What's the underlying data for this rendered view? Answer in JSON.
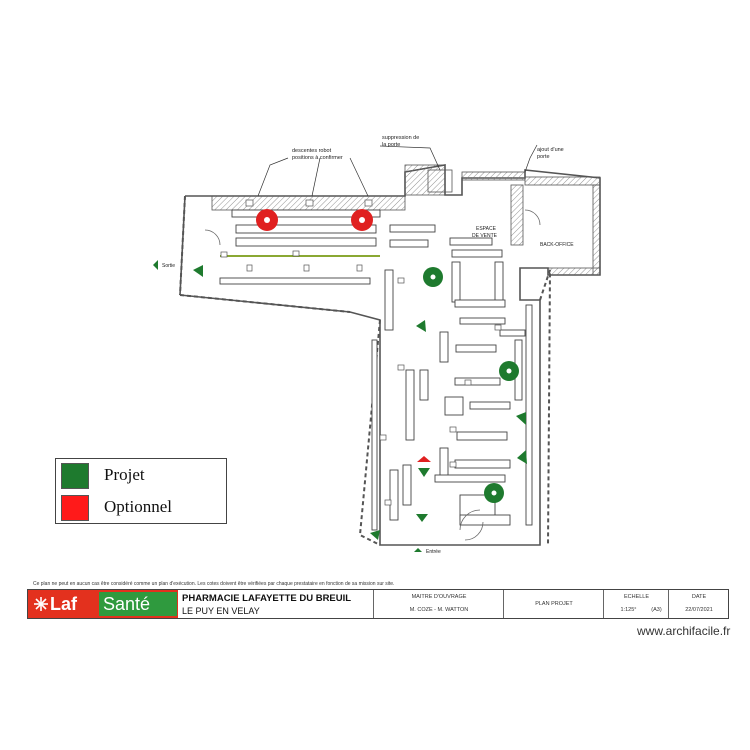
{
  "plan": {
    "annotations": {
      "robot": [
        "descentes robot",
        "positions à confirmer"
      ],
      "porte": [
        "suppression de",
        "la porte"
      ],
      "ajout": [
        "ajout d'une",
        "porte"
      ],
      "espace": [
        "ESPACE",
        "DE VENTE"
      ],
      "back": "BACK-OFFICE",
      "sortie": "Sortie",
      "entree": "Entrée"
    },
    "colors": {
      "projet": "#1e7a2e",
      "optionnel": "#e02020",
      "wall": "#666666",
      "line": "#8aa832"
    }
  },
  "legend": [
    {
      "label": "Projet",
      "color": "#1e7a2e"
    },
    {
      "label": "Optionnel",
      "color": "#ff1a1a"
    }
  ],
  "disclaimer": "Ce plan ne peut en aucun cas être considéré comme un plan d'exécution. Les cotes doivent être vérifiées par chaque prestataire en fonction de sa mission sur site.",
  "cartouche": {
    "logo_left": "Laf",
    "logo_right": "Santé",
    "project_title": "PHARMACIE LAFAYETTE DU BREUIL",
    "project_subtitle": "LE PUY EN VELAY",
    "owner_header": "MAITRE D'OUVRAGE",
    "owner_value": "M. COZE - M. WATTON",
    "plan_label": "PLAN PROJET",
    "scale_header": "ECHELLE",
    "scale_value": "1:125°",
    "scale_format": "(A3)",
    "date_header": "DATE",
    "date_value": "22/07/2021"
  },
  "watermark": "www.archifacile.fr"
}
